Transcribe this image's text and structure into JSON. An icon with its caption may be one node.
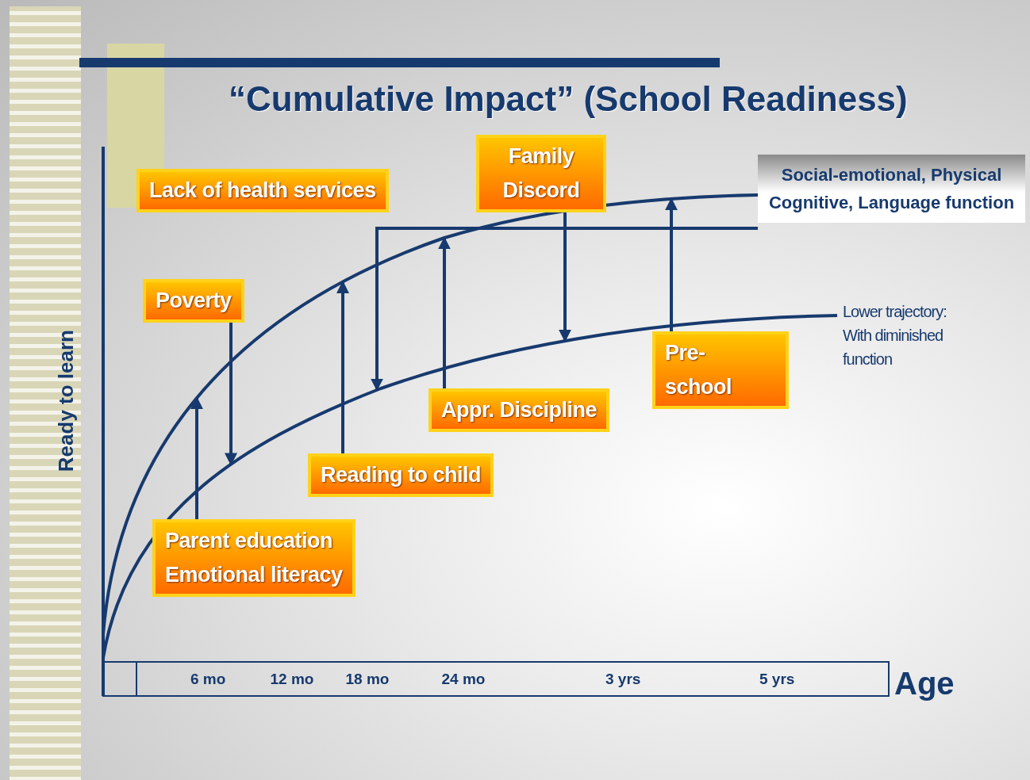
{
  "diagram": {
    "title": "“Cumulative Impact” (School Readiness)",
    "nodes": [
      {
        "text": [
          "Family Discord"
        ]
      },
      {
        "text": [
          "Social-emotional, Physical Cognitive, Language function"
        ]
      },
      {
        "text": [
          "Lack of health services"
        ]
      },
      {
        "text": [
          "Poverty"
        ]
      },
      {
        "text": [
          "Pre- school"
        ]
      },
      {
        "text": [
          "Appr. Discipline"
        ]
      },
      {
        "text": [
          "Reading to child"
        ]
      },
      {
        "text": [
          "Parent education",
          "Emotional literacy"
        ]
      }
    ],
    "edges": [
      {
        "from": 7,
        "to": null,
        "arrow": "to"
      },
      {
        "from": 3,
        "to": null,
        "arrow": "to"
      },
      {
        "from": 6,
        "to": null,
        "arrow": "to"
      },
      {
        "from": 1,
        "to": null,
        "arrow": "to"
      },
      {
        "from": 5,
        "to": null,
        "arrow": "to"
      },
      {
        "from": 0,
        "to": null,
        "arrow": "to"
      },
      {
        "from": 4,
        "to": null,
        "arrow": "to"
      }
    ],
    "labels": [
      "Lower trajectory: With diminished function",
      "Ready to learn",
      "6 mo",
      "12 mo",
      "18 mo",
      "24 mo",
      "3 yrs",
      "5 yrs",
      "Age"
    ]
  }
}
